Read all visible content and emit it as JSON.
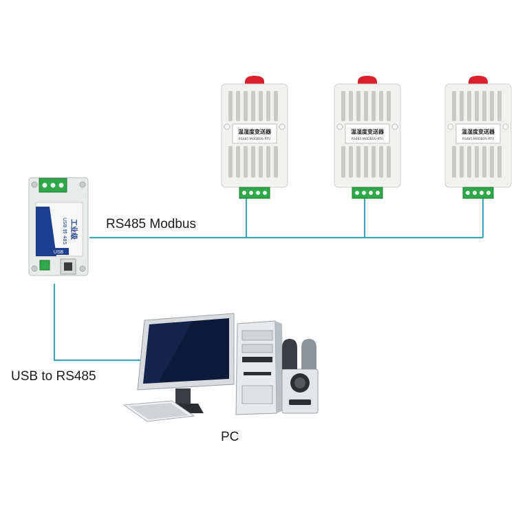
{
  "labels": {
    "bus": "RS485 Modbus",
    "link": "USB to RS485",
    "computer": "PC"
  },
  "converter": {
    "brand_text": "工业级",
    "model_text": "USB 转 485",
    "port_text": "USB"
  },
  "sensors": [
    {
      "title": "温湿度变送器",
      "subtitle": "RS485 MODBUS-RTU"
    },
    {
      "title": "温湿度变送器",
      "subtitle": "RS485 MODBUS-RTU"
    },
    {
      "title": "温湿度变送器",
      "subtitle": "RS485 MODBUS-RTU"
    }
  ],
  "colors": {
    "wire": "#3aa7b7",
    "terminal": "#2fa84a",
    "sensor_cap": "#d8212c",
    "converter_accent": "#1d3f8f"
  }
}
